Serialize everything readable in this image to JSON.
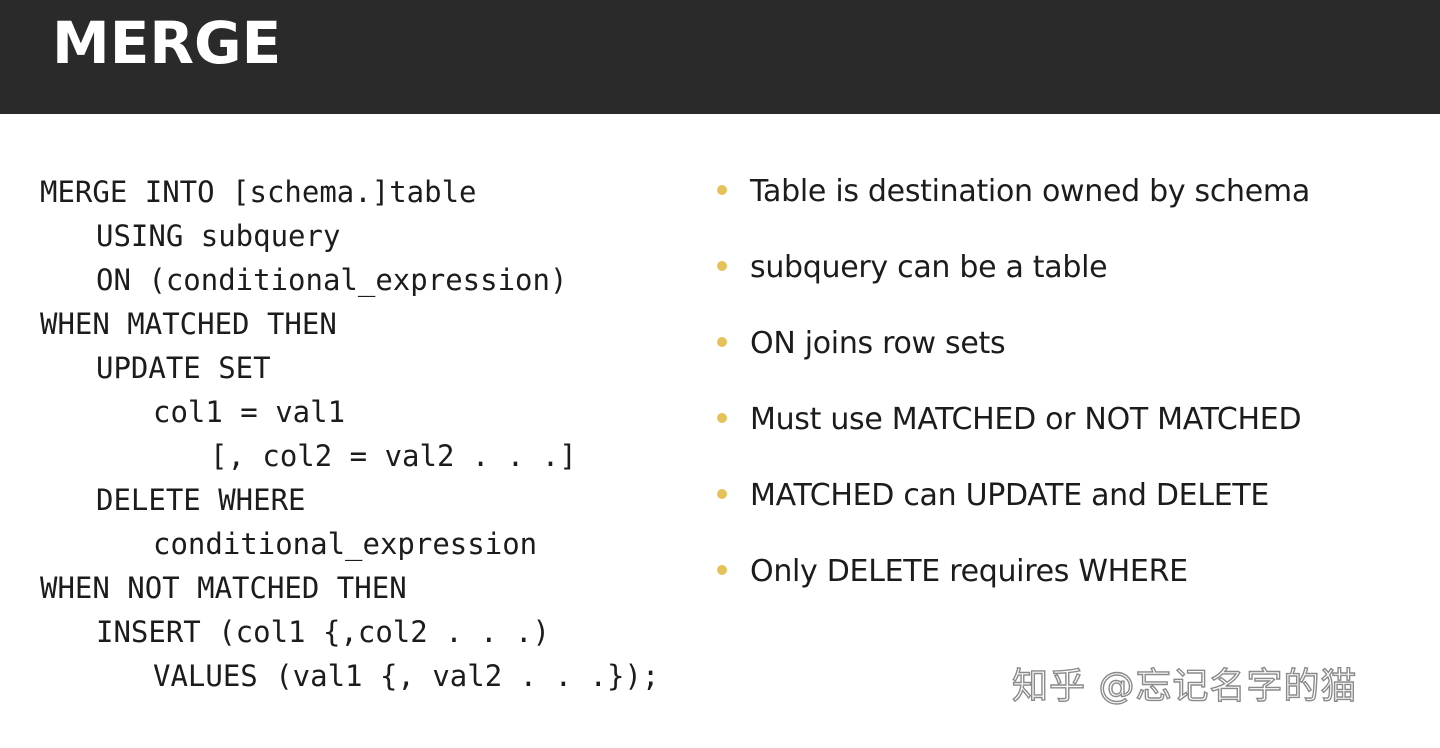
{
  "slide": {
    "title": "MERGE"
  },
  "code": {
    "lines": [
      {
        "indent": 0,
        "text": "MERGE INTO [schema.]table"
      },
      {
        "indent": 1,
        "text": "USING subquery"
      },
      {
        "indent": 1,
        "text": "ON (conditional_expression)"
      },
      {
        "indent": 0,
        "text": "WHEN MATCHED THEN"
      },
      {
        "indent": 1,
        "text": "UPDATE SET"
      },
      {
        "indent": 2,
        "text": "col1 = val1"
      },
      {
        "indent": 3,
        "text": "[, col2 = val2 . . .]"
      },
      {
        "indent": 1,
        "text": "DELETE WHERE"
      },
      {
        "indent": 2,
        "text": "conditional_expression"
      },
      {
        "indent": 0,
        "text": "WHEN NOT MATCHED THEN"
      },
      {
        "indent": 1,
        "text": "INSERT (col1 {,col2 . . .)"
      },
      {
        "indent": 2,
        "text": "VALUES (val1 {, val2 . . .});"
      }
    ]
  },
  "bullets": [
    {
      "text": "Table is destination owned by schema"
    },
    {
      "text": "subquery can be a table"
    },
    {
      "text": "ON joins row sets"
    },
    {
      "text": "Must use MATCHED or NOT MATCHED"
    },
    {
      "text": "MATCHED can UPDATE and DELETE"
    },
    {
      "text": "Only DELETE requires WHERE"
    }
  ],
  "watermark": {
    "text": "知乎 @忘记名字的猫"
  },
  "colors": {
    "title_bar": "#2a2a2a",
    "bullet_dot": "#e6c25a",
    "text": "#1c1c1c"
  }
}
